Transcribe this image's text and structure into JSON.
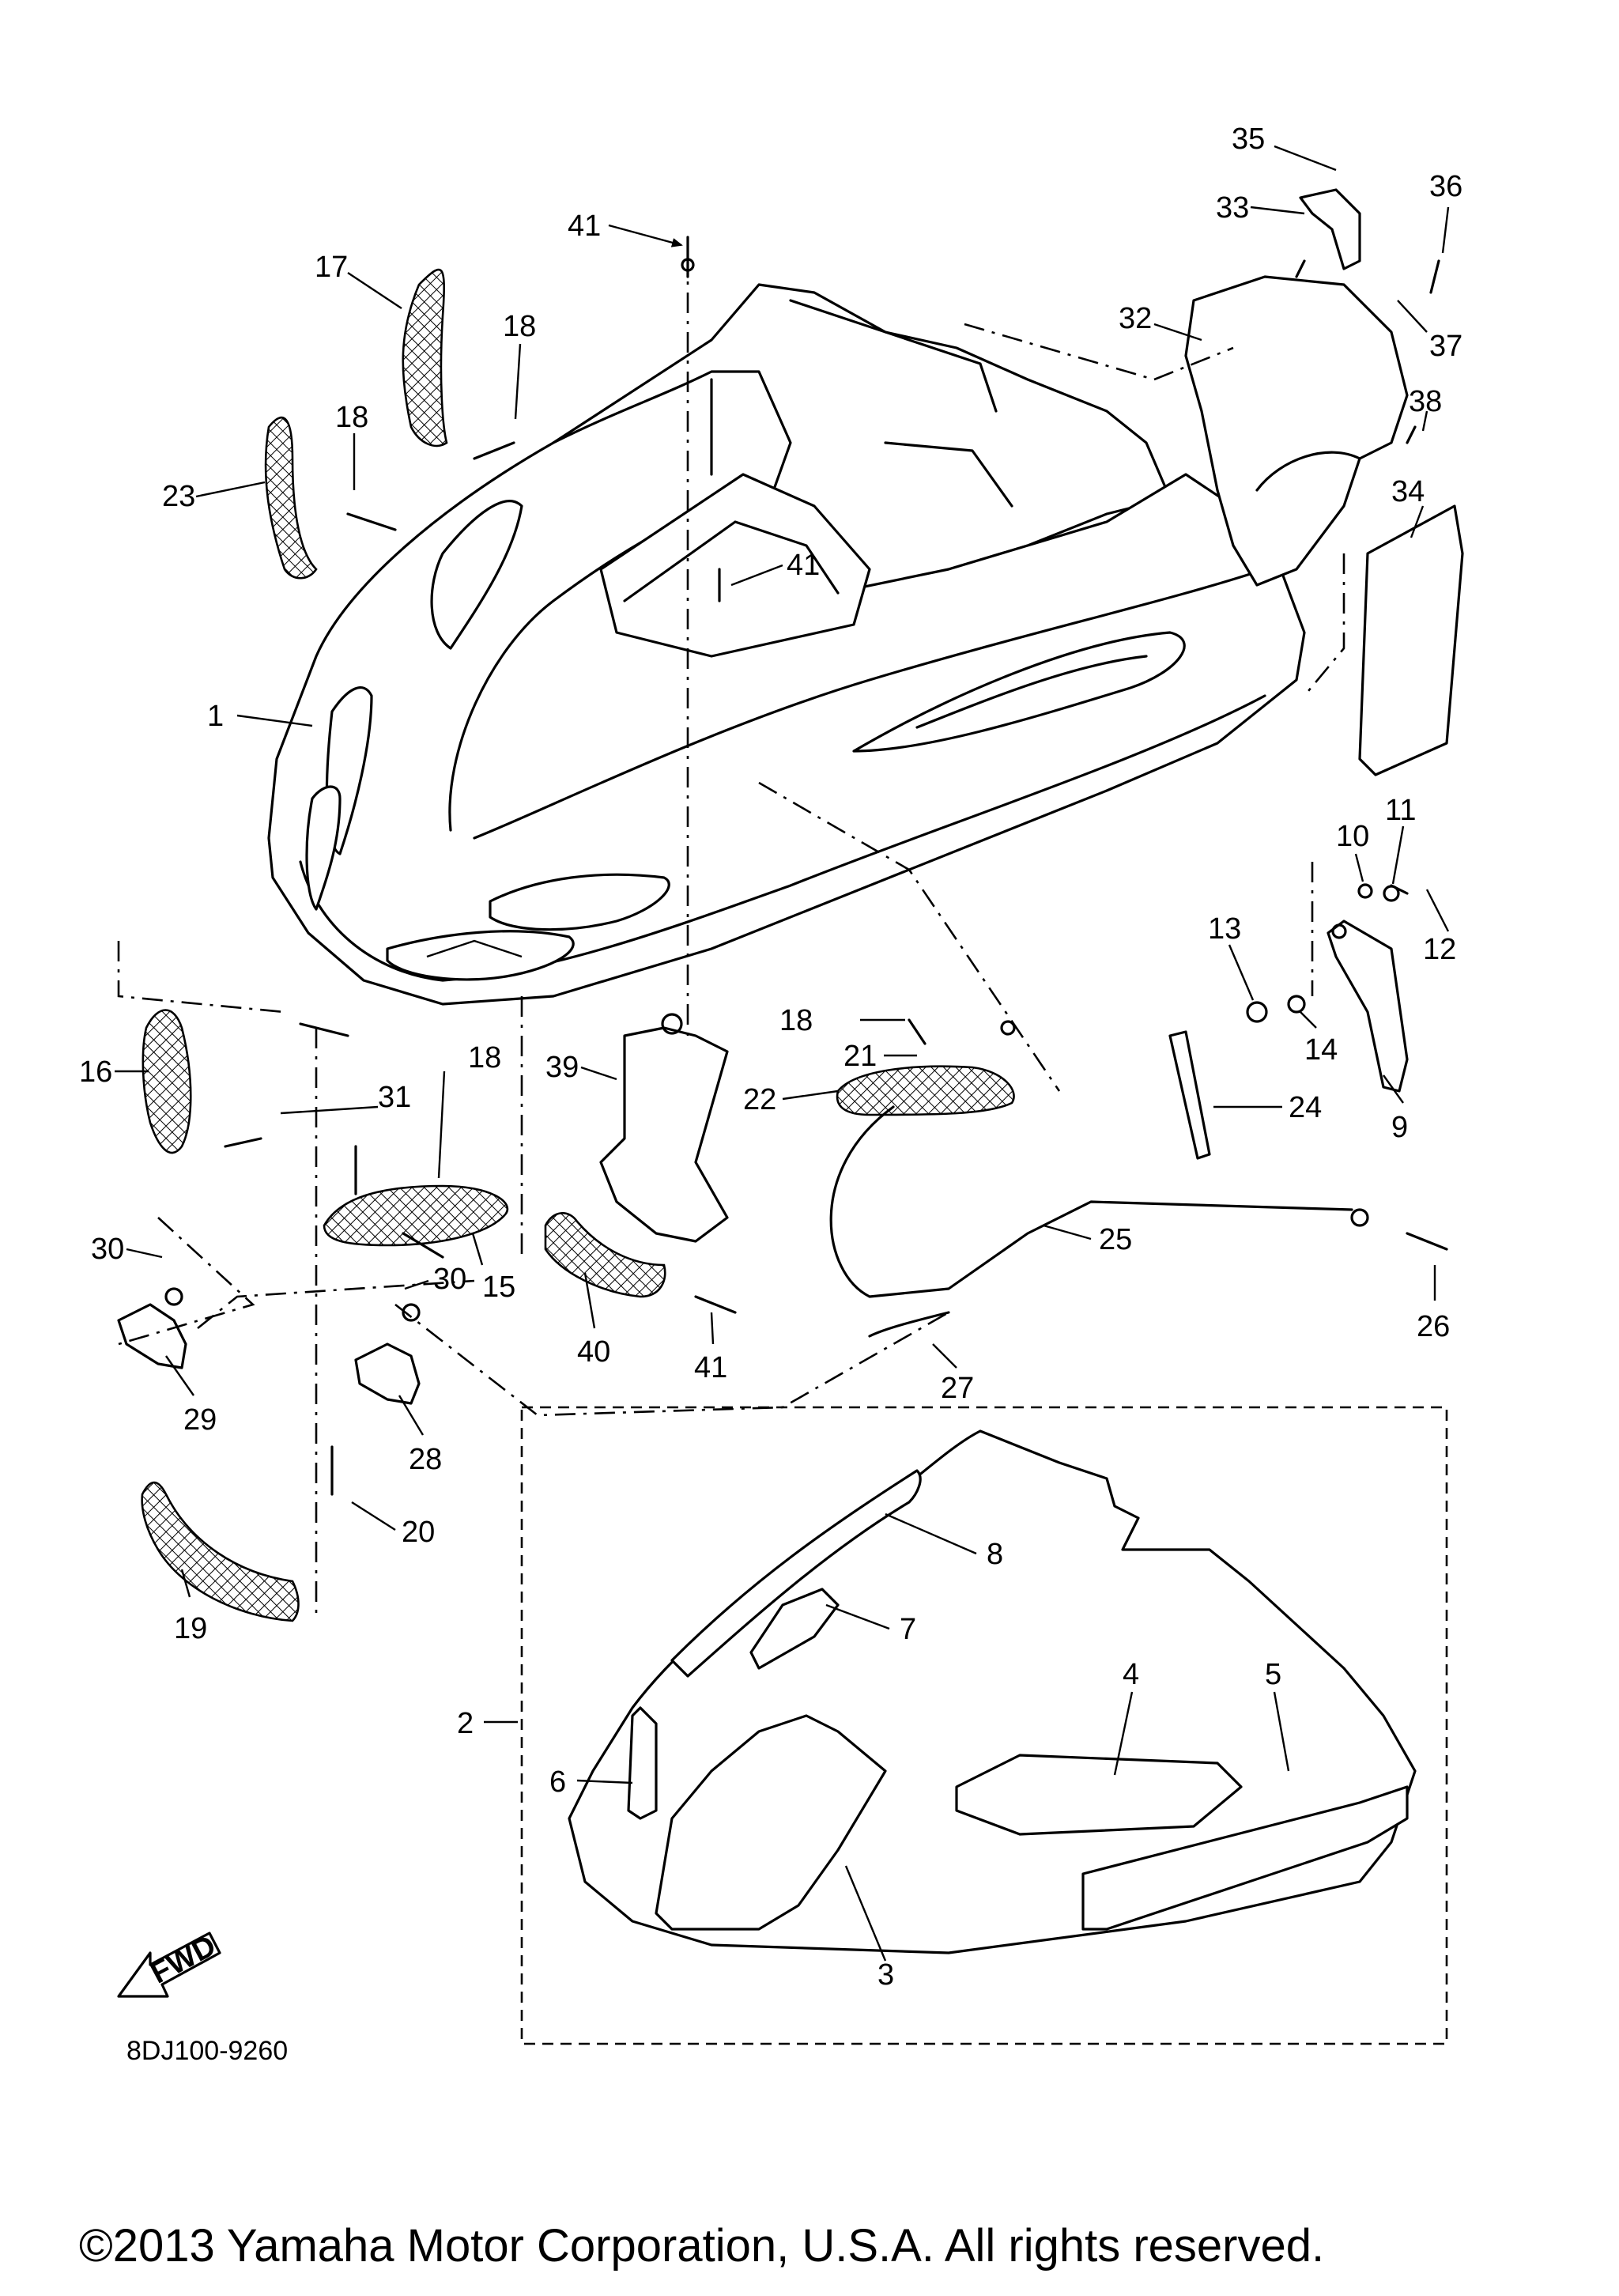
{
  "diagram": {
    "part_code": "8DJ100-9260",
    "copyright": "©2013 Yamaha Motor Corporation, U.S.A. All rights reserved.",
    "fwd_label": "FWD",
    "callouts": [
      "1",
      "2",
      "3",
      "4",
      "5",
      "6",
      "7",
      "8",
      "9",
      "10",
      "11",
      "12",
      "13",
      "14",
      "15",
      "16",
      "17",
      "18",
      "18",
      "18",
      "18",
      "19",
      "20",
      "21",
      "22",
      "23",
      "24",
      "25",
      "26",
      "27",
      "28",
      "29",
      "30",
      "30",
      "31",
      "32",
      "33",
      "34",
      "35",
      "36",
      "37",
      "38",
      "39",
      "40",
      "41",
      "41",
      "41"
    ]
  }
}
